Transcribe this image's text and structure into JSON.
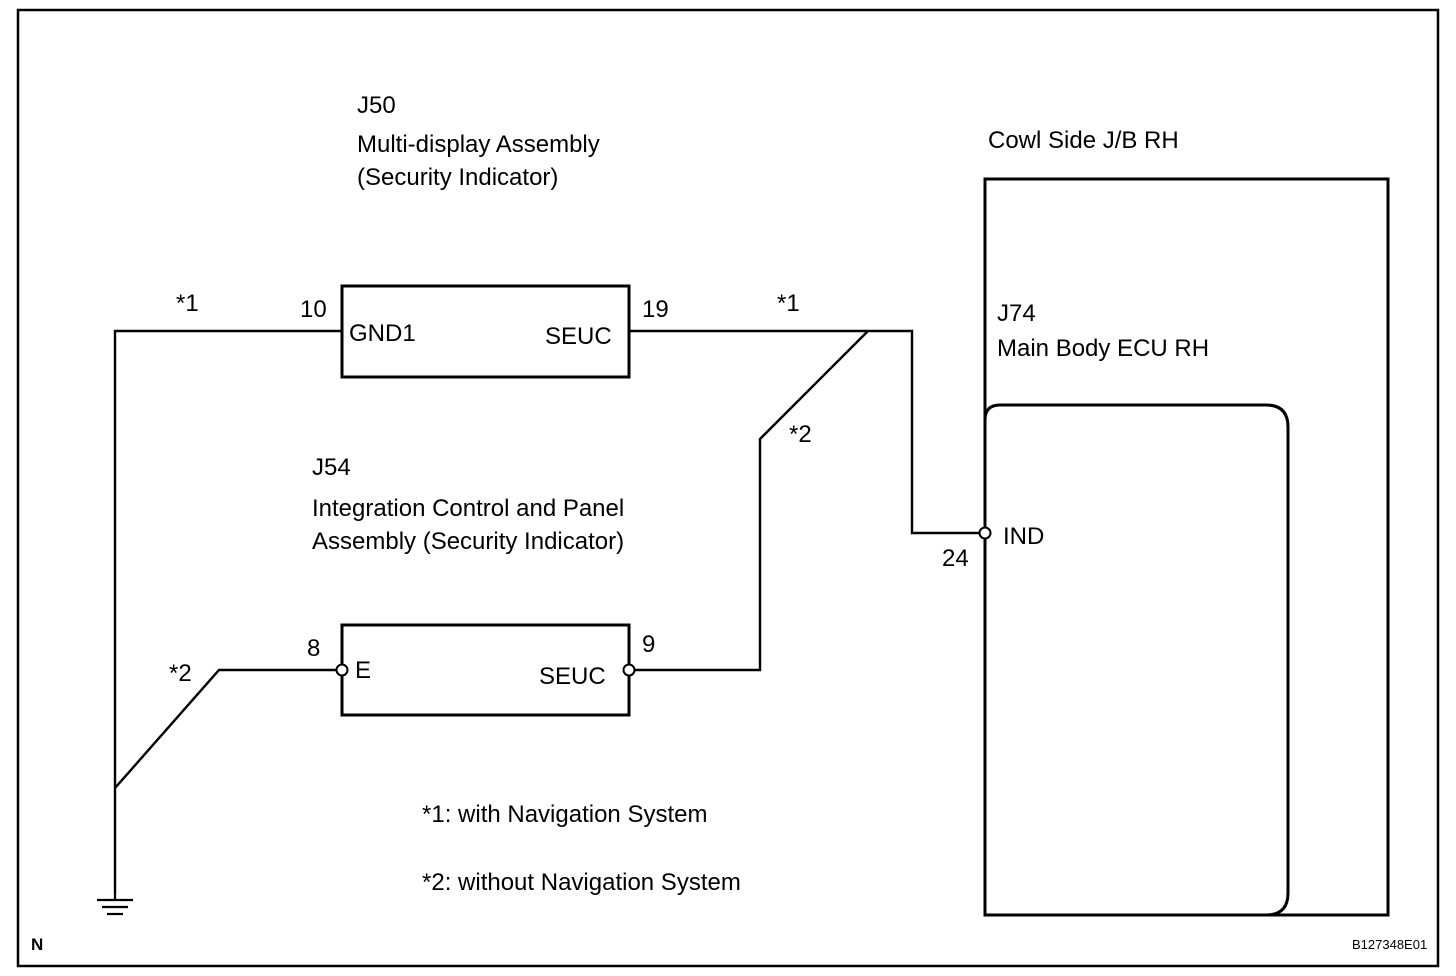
{
  "j50": {
    "code": "J50",
    "name_line1": "Multi-display Assembly",
    "name_line2": "(Security Indicator)",
    "pin_left_number": "10",
    "pin_left_name": "GND1",
    "pin_right_number": "19",
    "pin_right_name": "SEUC"
  },
  "j54": {
    "code": "J54",
    "name_line1": "Integration Control and Panel",
    "name_line2": "Assembly (Security Indicator)",
    "pin_left_number": "8",
    "pin_left_name": "E",
    "pin_right_number": "9",
    "pin_right_name": "SEUC"
  },
  "junction_block": {
    "name": "Cowl Side J/B RH"
  },
  "j74": {
    "code": "J74",
    "name": "Main Body ECU RH",
    "pin_number": "24",
    "pin_name": "IND"
  },
  "wire_marks": {
    "ground_top": "*1",
    "j50_right": "*1",
    "branch_j54": "*2",
    "ground_branch": "*2"
  },
  "notes": {
    "note1": "*1: with Navigation System",
    "note2": "*2: without Navigation System"
  },
  "corner": {
    "orientation": "N",
    "figure_id": "B127348E01"
  }
}
